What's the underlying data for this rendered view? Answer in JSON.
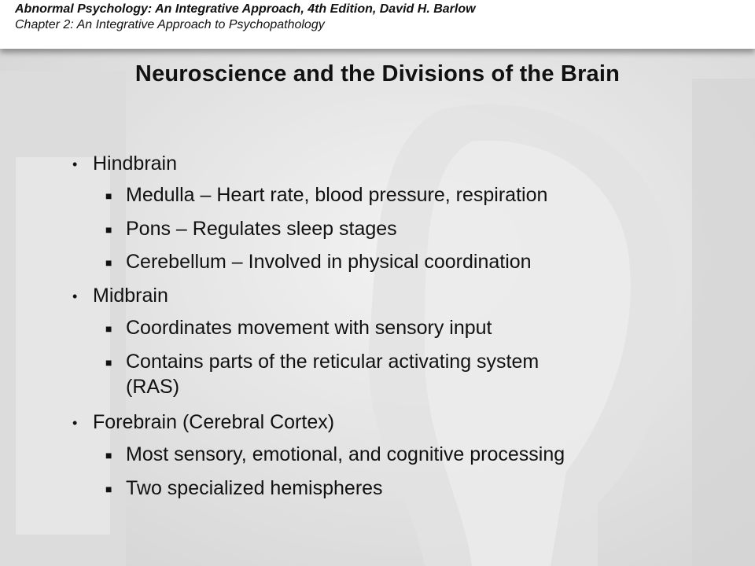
{
  "header": {
    "line1": "Abnormal Psychology: An Integrative Approach, 4th Edition, David H. Barlow",
    "line2": "Chapter 2: An Integrative Approach to Psychopathology"
  },
  "slide": {
    "title": "Neuroscience and the Divisions of the Brain",
    "sections": [
      {
        "label": "Hindbrain",
        "items": [
          "Medulla – Heart rate, blood pressure, respiration",
          "Pons – Regulates sleep stages",
          "Cerebellum – Involved in physical coordination"
        ]
      },
      {
        "label": "Midbrain",
        "items": [
          "Coordinates movement with sensory input",
          "Contains parts of the reticular activating system",
          "(RAS)"
        ]
      },
      {
        "label": "Forebrain (Cerebral Cortex)",
        "items": [
          "Most sensory, emotional, and cognitive processing",
          "Two specialized hemispheres"
        ]
      }
    ]
  },
  "markers": {
    "level1": "•",
    "level2": "■"
  }
}
